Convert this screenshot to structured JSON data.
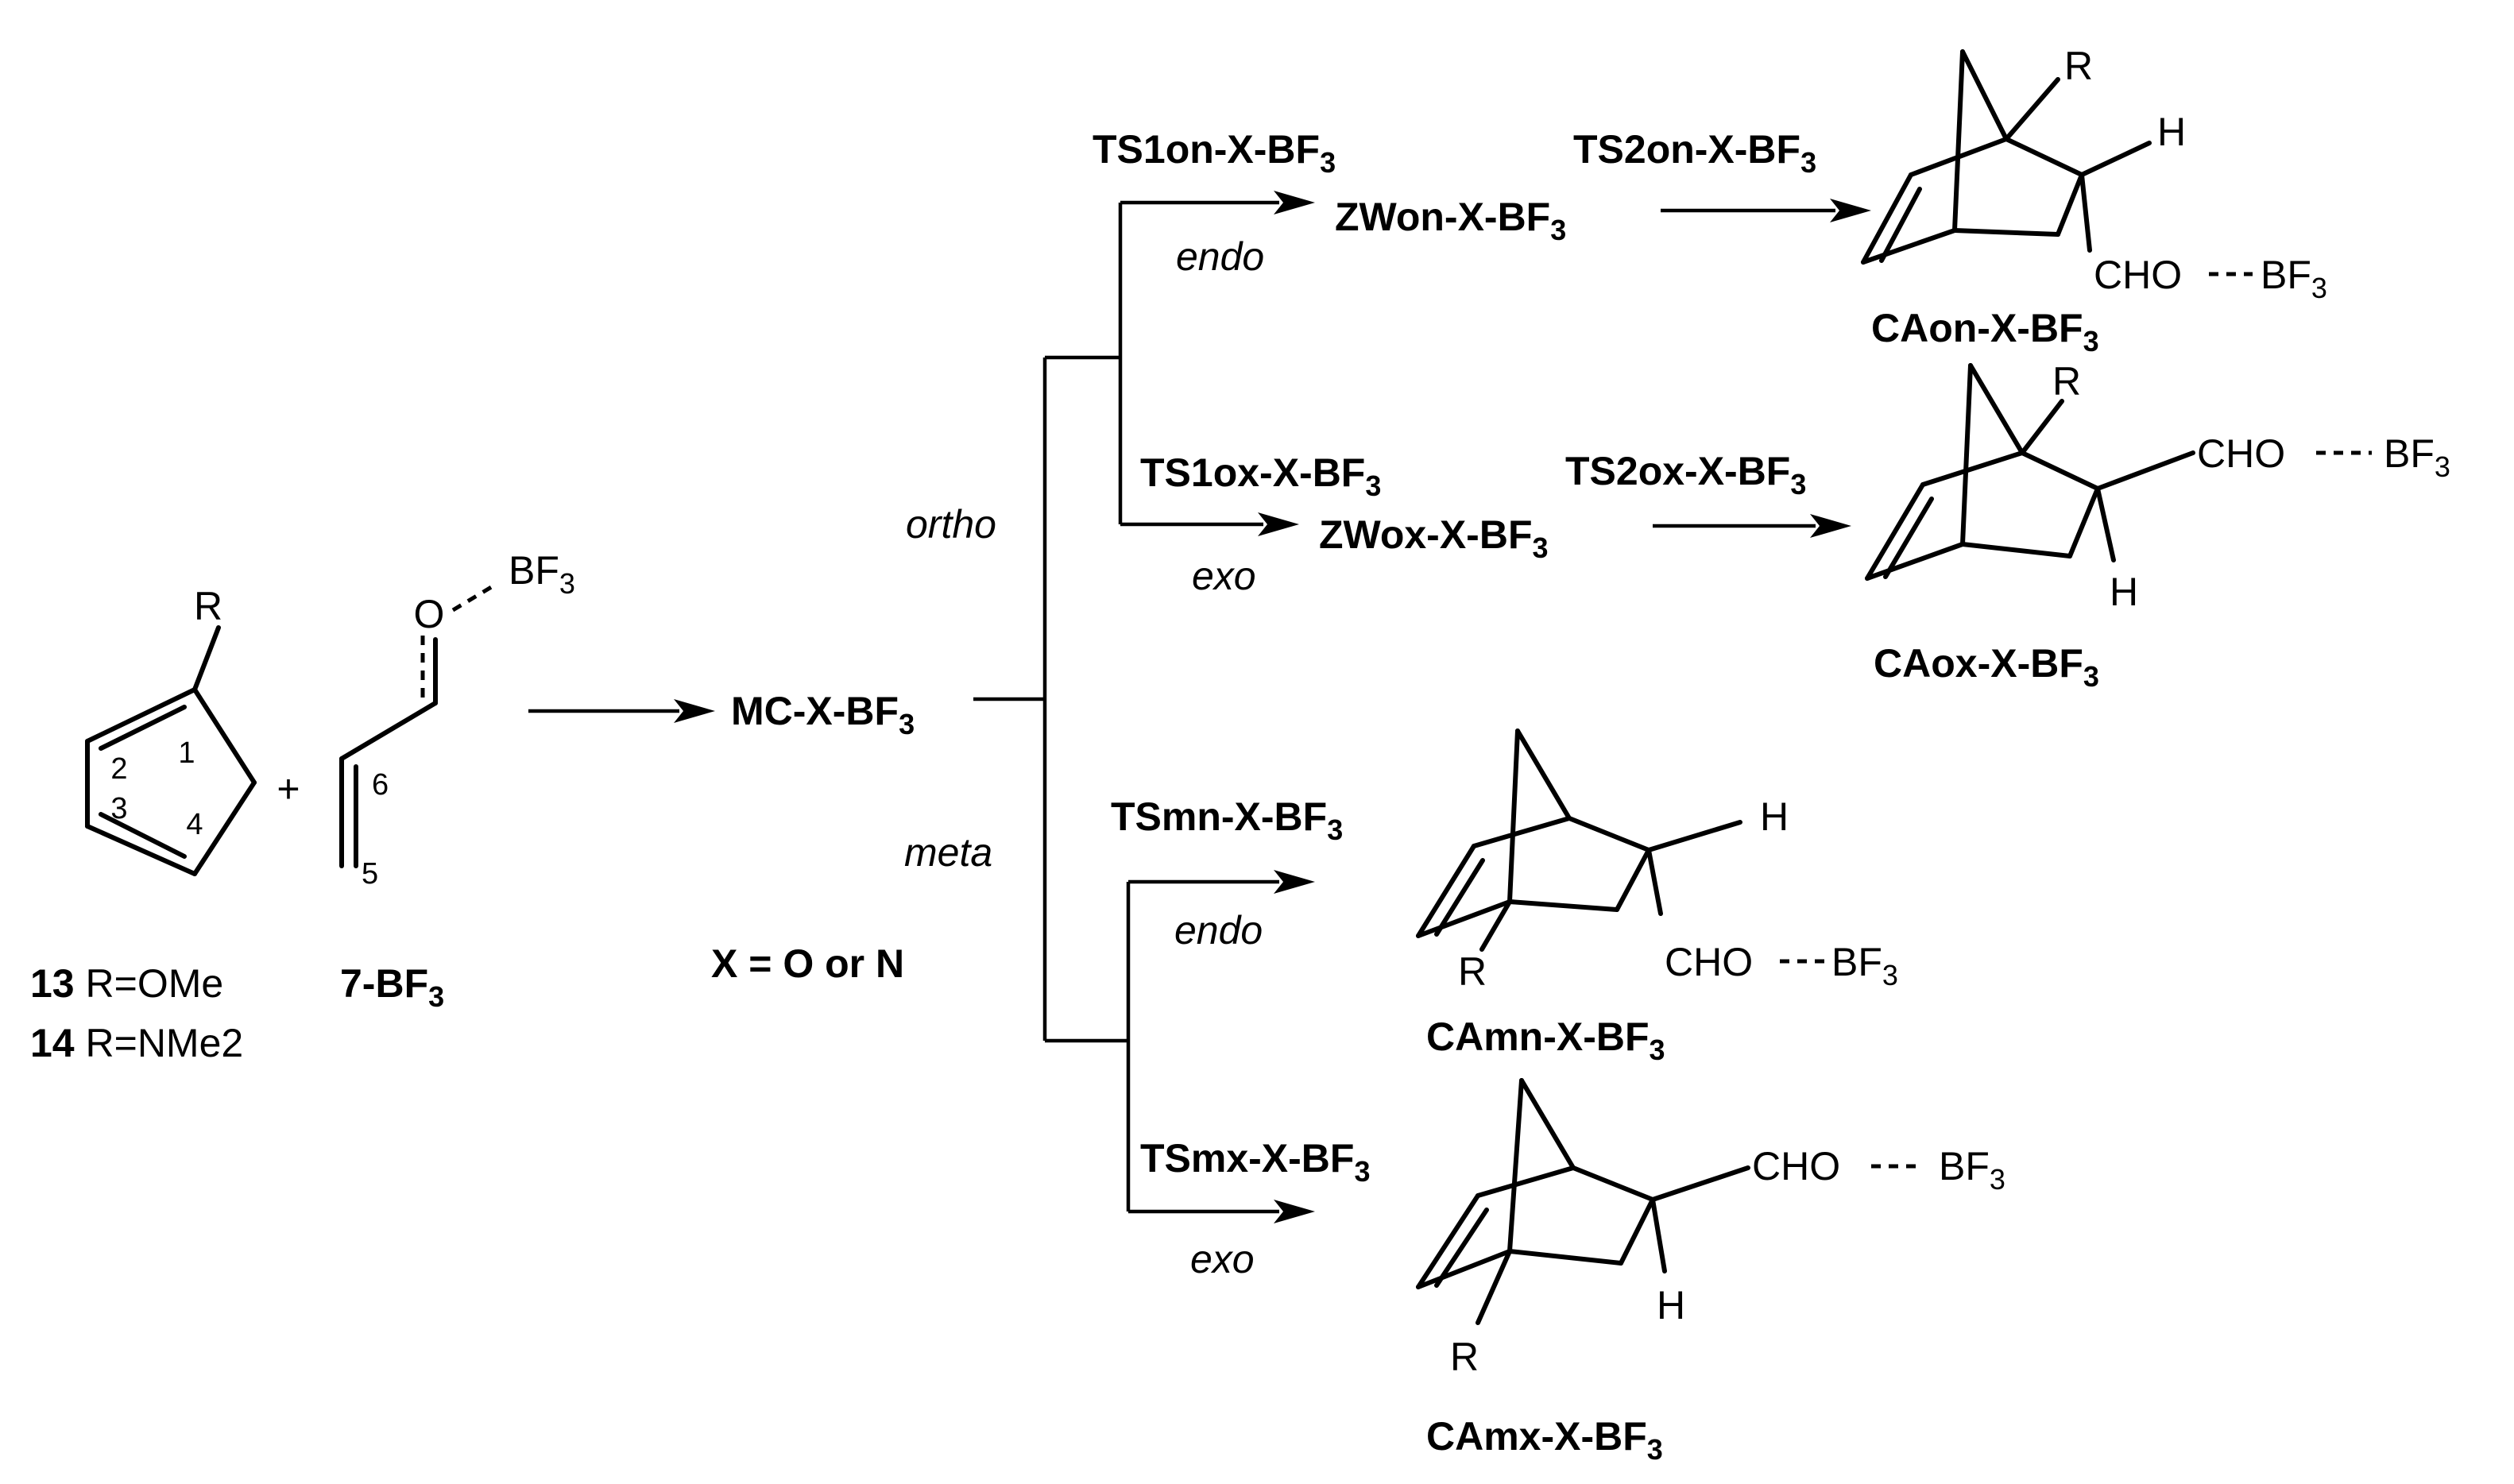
{
  "reactants": {
    "diene": {
      "substituent": "R",
      "positions": [
        "1",
        "2",
        "3",
        "4"
      ]
    },
    "plus": "+",
    "dienophile": {
      "oxygen": "O",
      "lewis_acid": "BF",
      "lewis_acid_sub": "3",
      "positions": [
        "6",
        "5"
      ]
    }
  },
  "compounds": {
    "c13": {
      "num": "13",
      "text": " R=OMe"
    },
    "c14": {
      "num": "14",
      "text": " R=NMe2"
    },
    "c7": {
      "base": "7-BF",
      "sub": "3"
    }
  },
  "complex": {
    "base": "MC-X-BF",
    "sub": "3"
  },
  "x_note": "X = O or N",
  "regio": {
    "ortho": "ortho",
    "meta": "meta"
  },
  "stereo": {
    "endo": "endo",
    "exo": "exo"
  },
  "ortho_endo": {
    "ts1": {
      "base": "TS1on-X-BF",
      "sub": "3"
    },
    "zw": {
      "base": "ZWon-X-BF",
      "sub": "3"
    },
    "ts2": {
      "base": "TS2on-X-BF",
      "sub": "3"
    },
    "product": {
      "base": "CAon-X-BF",
      "sub": "3"
    }
  },
  "ortho_exo": {
    "ts1": {
      "base": "TS1ox-X-BF",
      "sub": "3"
    },
    "zw": {
      "base": "ZWox-X-BF",
      "sub": "3"
    },
    "ts2": {
      "base": "TS2ox-X-BF",
      "sub": "3"
    },
    "product": {
      "base": "CAox-X-BF",
      "sub": "3"
    }
  },
  "meta_endo": {
    "ts": {
      "base": "TSmn-X-BF",
      "sub": "3"
    },
    "product": {
      "base": "CAmn-X-BF",
      "sub": "3"
    }
  },
  "meta_exo": {
    "ts": {
      "base": "TSmx-X-BF",
      "sub": "3"
    },
    "product": {
      "base": "CAmx-X-BF",
      "sub": "3"
    }
  },
  "structure_atoms": {
    "R": "R",
    "H": "H",
    "cho": "CHO",
    "bf": "BF",
    "bf_sub": "3"
  }
}
